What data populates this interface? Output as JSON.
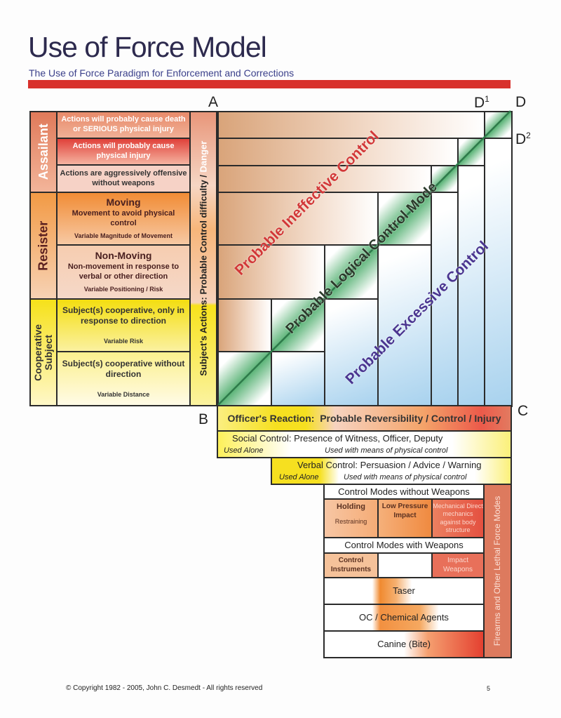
{
  "header": {
    "title": "Use of Force Model",
    "subtitle": "The Use of Force Paradigm for Enforcement and Corrections"
  },
  "corners": {
    "a": "A",
    "b": "B",
    "c": "C",
    "d": "D",
    "d1": "D",
    "d1_sup": "1",
    "d2": "D",
    "d2_sup": "2"
  },
  "categories": {
    "assailant": "Assailant",
    "resister": "Resister",
    "cooperative": "Cooperative",
    "subject": "Subject"
  },
  "subject_actions": [
    {
      "text": "Actions will probably cause death",
      "text2": "or SERIOUS physical injury"
    },
    {
      "text": "Actions will probably cause",
      "text2": "physical injury"
    },
    {
      "text": "Actions are aggressively offensive",
      "text2": "without weapons"
    },
    {
      "heading": "Moving",
      "text": "Movement to avoid physical control",
      "note": "Variable Magnitude of Movement"
    },
    {
      "heading": "Non-Moving",
      "text": "Non-movement in response to verbal or other direction",
      "note": "Variable Positioning / Risk"
    },
    {
      "text": "Subject(s) cooperative, only in response to direction",
      "note": "Variable Risk"
    },
    {
      "text": "Subject(s) cooperative without direction",
      "note": "Variable Distance"
    }
  ],
  "side_label": {
    "part1": "Subject's Actions:  Probable Control difficulty / ",
    "part2": "Danger"
  },
  "zones": {
    "ineffective": "Probable Ineffective Control",
    "logical": "Probable Logical Control Mode",
    "excessive": "Probable Excessive Control"
  },
  "officer": {
    "label": "Officer's Reaction:",
    "text": "Probable Reversibility / Control / Injury"
  },
  "social": {
    "title": "Social Control:  Presence of Witness, Officer, Deputy",
    "alone": "Used Alone",
    "with": "Used with means of physical control"
  },
  "verbal": {
    "title": "Verbal Control:  Persuasion / Advice / Warning",
    "alone": "Used Alone",
    "with": "Used with means of physical control"
  },
  "without_weapons": {
    "title": "Control Modes without Weapons",
    "holding": "Holding",
    "restraining": "Restraining",
    "low_pressure": "Low Pressure Impact",
    "mechanical": "Mechanical Direct mechanics against body structure"
  },
  "with_weapons": {
    "title": "Control Modes with Weapons",
    "instruments": "Control Instruments",
    "impact": "Impact Weapons",
    "taser": "Taser",
    "oc": "OC / Chemical Agents",
    "canine": "Canine (Bite)"
  },
  "lethal": "Firearms and Other Lethal Force Modes",
  "footer": {
    "copyright": "© Copyright 1982 - 2005, John C. Desmedt - All rights reserved",
    "page": "5"
  }
}
